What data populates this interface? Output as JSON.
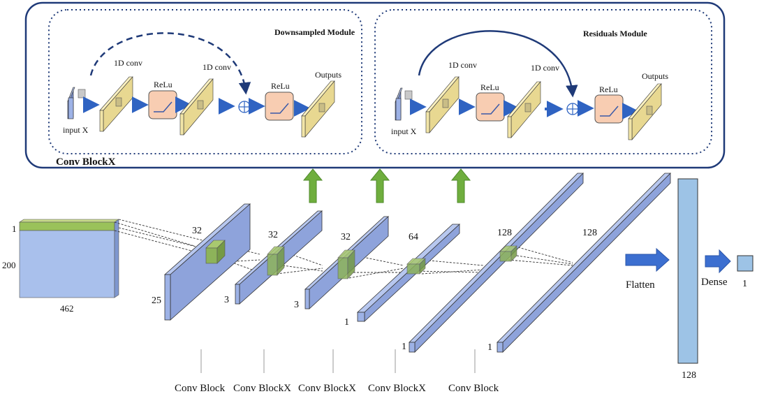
{
  "conv_blockx_panel": {
    "title": "Conv BlockX",
    "downsampled_module": {
      "title": "Downsampled Module",
      "input_label": "input X",
      "conv1_label": "1D conv",
      "relu1_label": "ReLu",
      "conv2_label": "1D conv",
      "relu2_label": "ReLu",
      "outputs_label": "Outputs"
    },
    "residuals_module": {
      "title": "Residuals Module",
      "input_label": "input X",
      "conv1_label": "1D conv",
      "relu1_label": "ReLu",
      "conv2_label": "1D conv",
      "relu2_label": "ReLu",
      "outputs_label": "Outputs"
    }
  },
  "input_matrix": {
    "top_label": "1",
    "height_label": "200",
    "width_label": "462"
  },
  "layers": [
    {
      "channels": "32",
      "length": "25"
    },
    {
      "channels": "32",
      "length": "3"
    },
    {
      "channels": "32",
      "length": "3"
    },
    {
      "channels": "64",
      "length": "1"
    },
    {
      "channels": "128",
      "length": "1"
    },
    {
      "channels": "128",
      "length": "1"
    }
  ],
  "block_labels": [
    "Conv Block",
    "Conv BlockX",
    "Conv BlockX",
    "Conv BlockX",
    "Conv Block"
  ],
  "flatten_label": "Flatten",
  "flatten_vector_label": "128",
  "dense_label": "Dense",
  "output_label": "1",
  "colors": {
    "panel_border": "#1f3a78",
    "prism_front": "#9db2e6",
    "prism_top": "#b7c7ef",
    "prism_side": "#6f86c4",
    "kernel_green": "#8db35a",
    "relu_fill": "#f8cdb2",
    "conv_plate": "#f2e5a8",
    "flow_arrow": "#2f63c2",
    "up_arrow": "#6fae3e",
    "flat_vector": "#9dc3e6"
  }
}
